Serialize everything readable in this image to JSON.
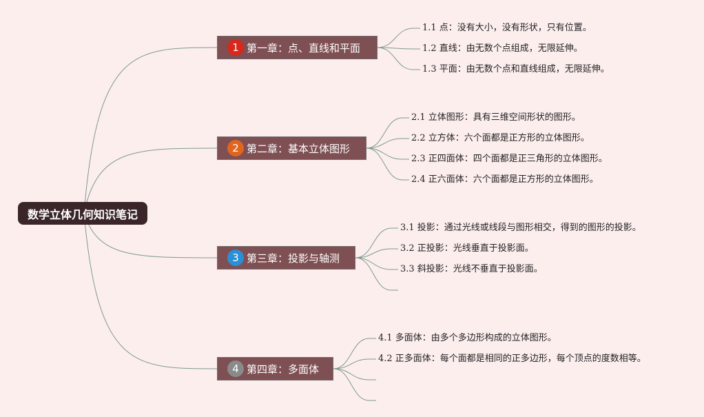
{
  "root": {
    "label": "数学立体几何知识笔记"
  },
  "colors": {
    "background": "#fdeeee",
    "link": "#7a9a8c",
    "chapter_fill": "#7e4f53",
    "root_fill": "#3a2628"
  },
  "chapters": [
    {
      "badge": "1",
      "badge_color": "#d9271c",
      "label": "第一章：点、直线和平面",
      "items": [
        "1.1 点：没有大小，没有形状，只有位置。",
        "1.2 直线：由无数个点组成，无限延伸。",
        "1.3 平面：由无数个点和直线组成，无限延伸。"
      ]
    },
    {
      "badge": "2",
      "badge_color": "#e0651e",
      "label": "第二章：基本立体图形",
      "items": [
        "2.1 立体图形：具有三维空间形状的图形。",
        "2.2 立方体：六个面都是正方形的立体图形。",
        "2.3 正四面体：四个面都是正三角形的立体图形。",
        "2.4 正六面体：六个面都是正方形的立体图形。"
      ]
    },
    {
      "badge": "3",
      "badge_color": "#2b8fd6",
      "label": "第三章：投影与轴测",
      "items": [
        "3.1 投影：通过光线或线段与图形相交，得到的图形的投影。",
        "3.2 正投影：光线垂直于投影面。",
        "3.3 斜投影：光线不垂直于投影面。",
        ""
      ]
    },
    {
      "badge": "4",
      "badge_color": "#8a8a8a",
      "label": "第四章：多面体",
      "items": [
        "4.1 多面体：由多个多边形构成的立体图形。",
        "4.2 正多面体：每个面都是相同的正多边形，每个顶点的度数相等。",
        "",
        ""
      ]
    }
  ]
}
